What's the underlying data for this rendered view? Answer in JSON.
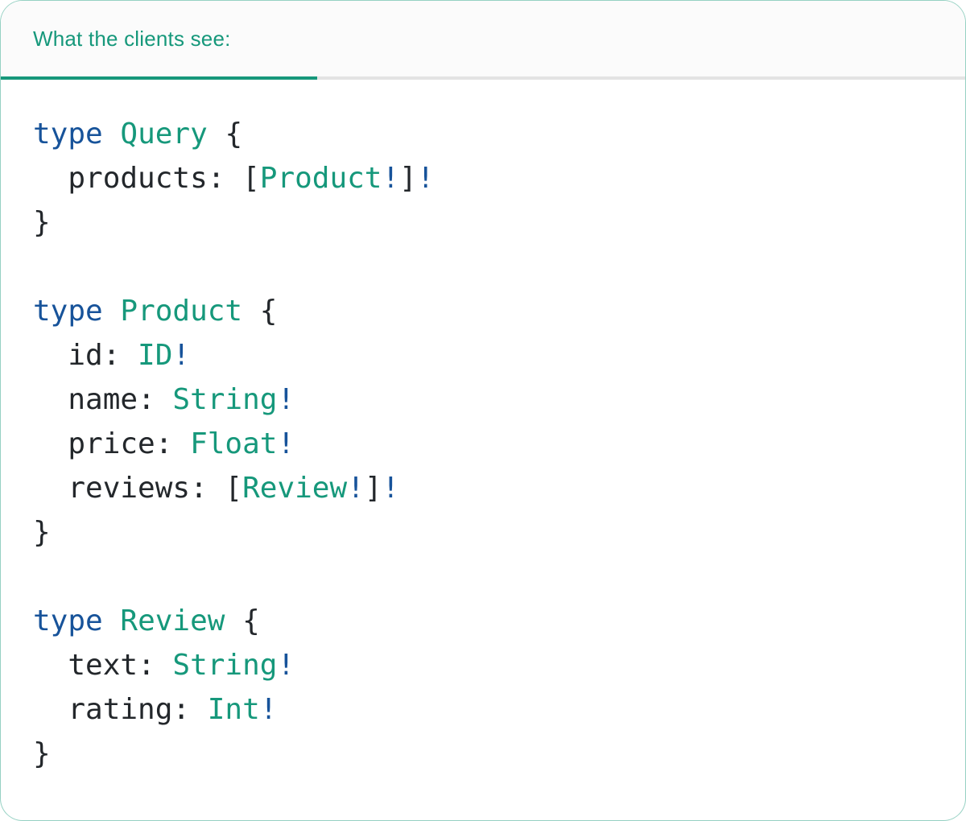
{
  "card": {
    "tab_label": "What the clients see:"
  },
  "colors": {
    "accent_teal": "#16987b",
    "keyword_blue": "#17539a",
    "plain_text": "#23272b",
    "divider_gray": "#e3e3e3",
    "tabstrip_bg": "#fbfbfb",
    "card_border_green": "rgba(22,152,123,0.45)"
  },
  "code": {
    "language": "graphql",
    "lines": [
      {
        "tokens": [
          {
            "t": "type",
            "c": "keyword"
          },
          {
            "t": " ",
            "c": "plain"
          },
          {
            "t": "Query",
            "c": "typename"
          },
          {
            "t": " {",
            "c": "plain"
          }
        ]
      },
      {
        "tokens": [
          {
            "t": "  products: [",
            "c": "plain"
          },
          {
            "t": "Product",
            "c": "typename"
          },
          {
            "t": "!",
            "c": "keyword"
          },
          {
            "t": "]",
            "c": "plain"
          },
          {
            "t": "!",
            "c": "keyword"
          }
        ]
      },
      {
        "tokens": [
          {
            "t": "}",
            "c": "plain"
          }
        ]
      },
      {
        "tokens": []
      },
      {
        "tokens": [
          {
            "t": "type",
            "c": "keyword"
          },
          {
            "t": " ",
            "c": "plain"
          },
          {
            "t": "Product",
            "c": "typename"
          },
          {
            "t": " {",
            "c": "plain"
          }
        ]
      },
      {
        "tokens": [
          {
            "t": "  id: ",
            "c": "plain"
          },
          {
            "t": "ID",
            "c": "typename"
          },
          {
            "t": "!",
            "c": "keyword"
          }
        ]
      },
      {
        "tokens": [
          {
            "t": "  name: ",
            "c": "plain"
          },
          {
            "t": "String",
            "c": "typename"
          },
          {
            "t": "!",
            "c": "keyword"
          }
        ]
      },
      {
        "tokens": [
          {
            "t": "  price: ",
            "c": "plain"
          },
          {
            "t": "Float",
            "c": "typename"
          },
          {
            "t": "!",
            "c": "keyword"
          }
        ]
      },
      {
        "tokens": [
          {
            "t": "  reviews: [",
            "c": "plain"
          },
          {
            "t": "Review",
            "c": "typename"
          },
          {
            "t": "!",
            "c": "keyword"
          },
          {
            "t": "]",
            "c": "plain"
          },
          {
            "t": "!",
            "c": "keyword"
          }
        ]
      },
      {
        "tokens": [
          {
            "t": "}",
            "c": "plain"
          }
        ]
      },
      {
        "tokens": []
      },
      {
        "tokens": [
          {
            "t": "type",
            "c": "keyword"
          },
          {
            "t": " ",
            "c": "plain"
          },
          {
            "t": "Review",
            "c": "typename"
          },
          {
            "t": " {",
            "c": "plain"
          }
        ]
      },
      {
        "tokens": [
          {
            "t": "  text: ",
            "c": "plain"
          },
          {
            "t": "String",
            "c": "typename"
          },
          {
            "t": "!",
            "c": "keyword"
          }
        ]
      },
      {
        "tokens": [
          {
            "t": "  rating: ",
            "c": "plain"
          },
          {
            "t": "Int",
            "c": "typename"
          },
          {
            "t": "!",
            "c": "keyword"
          }
        ]
      },
      {
        "tokens": [
          {
            "t": "}",
            "c": "plain"
          }
        ]
      }
    ]
  }
}
